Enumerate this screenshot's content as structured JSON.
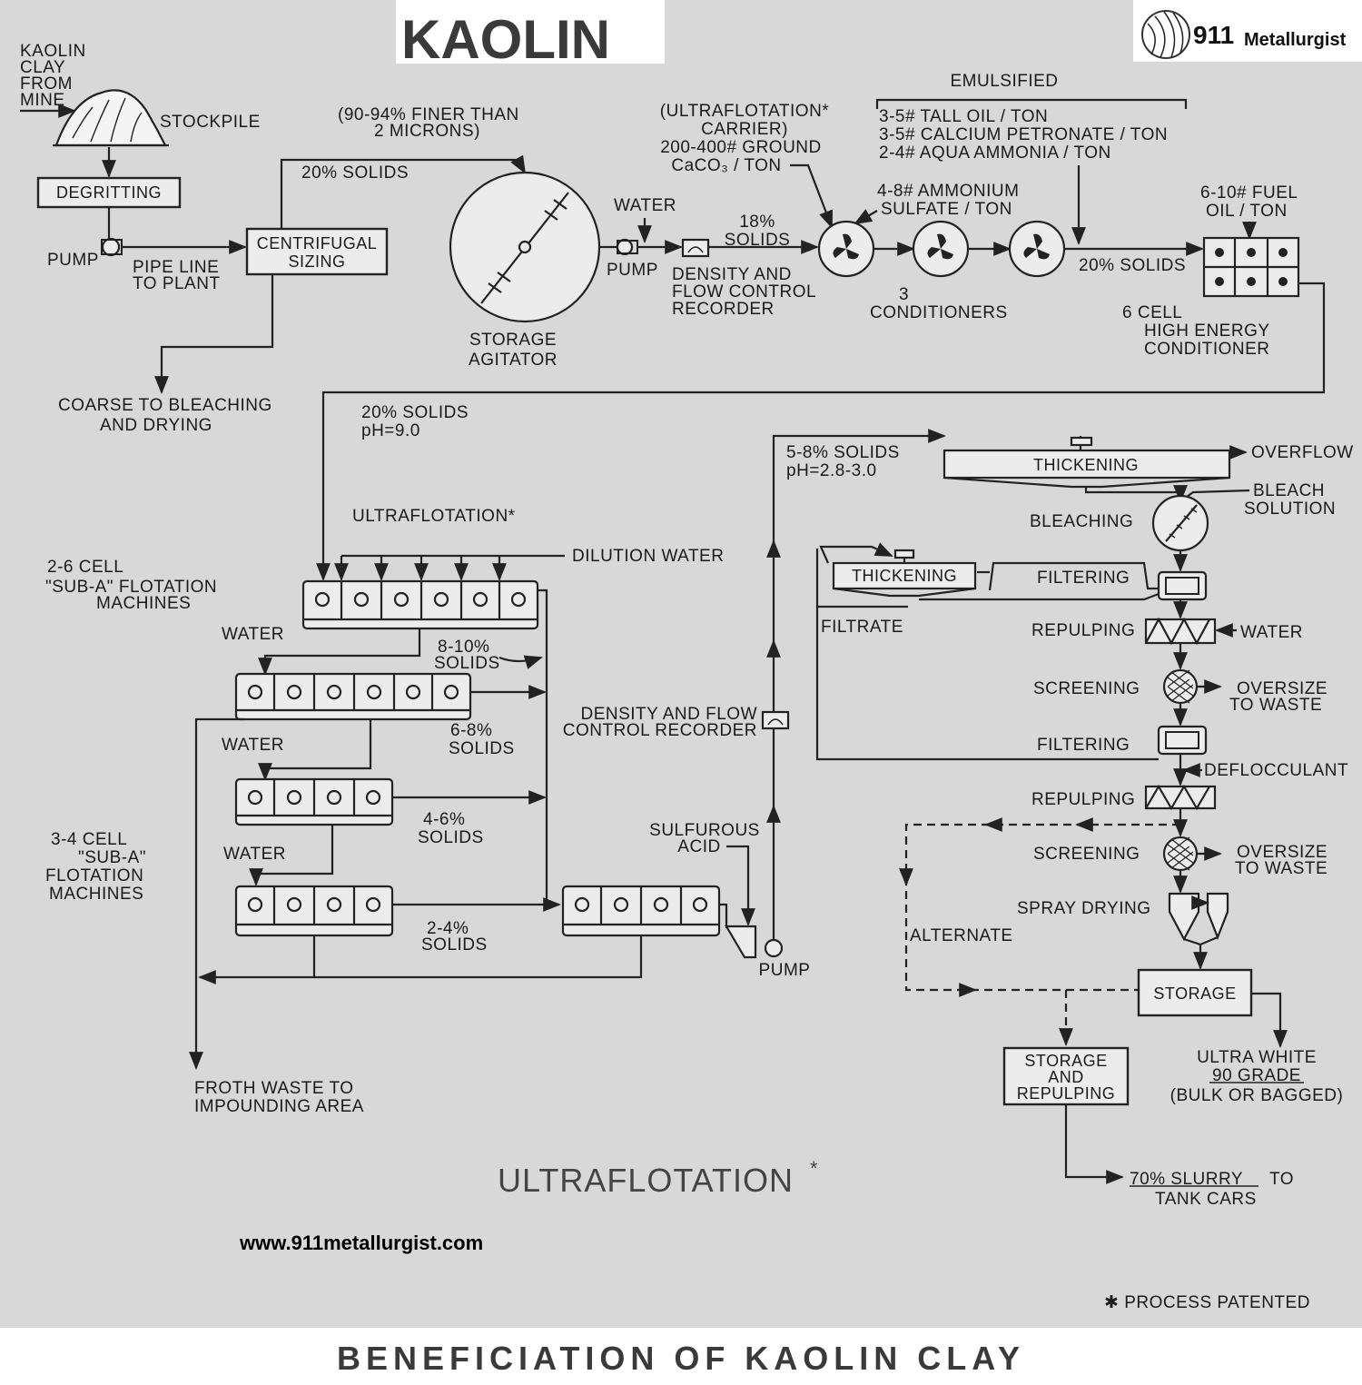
{
  "header": {
    "title": "KAOLIN"
  },
  "logo": {
    "number": "911",
    "name": "Metallurgist"
  },
  "footer": {
    "banner": "BENEFICIATION OF KAOLIN CLAY",
    "ultraflotation": "ULTRAFLOTATION",
    "asterisk": "*",
    "url": "www.911metallurgist.com",
    "patent": "✱ PROCESS PATENTED"
  },
  "top": {
    "feed": [
      "KAOLIN",
      "CLAY",
      "FROM",
      "MINE"
    ],
    "stockpile": "STOCKPILE",
    "degritting": "DEGRITTING",
    "pump": "PUMP",
    "pipe_line": [
      "PIPE LINE",
      "TO PLANT"
    ],
    "centrifugal": [
      "CENTRIFUGAL",
      "SIZING"
    ],
    "coarse": [
      "COARSE TO BLEACHING",
      "AND DRYING"
    ],
    "finer": [
      "(90-94% FINER THAN",
      "2 MICRONS)"
    ],
    "solids_20": "20% SOLIDS",
    "storage_agitator": [
      "STORAGE",
      "AGITATOR"
    ],
    "water": "WATER",
    "pump2": "PUMP",
    "density": [
      "DENSITY AND",
      "FLOW CONTROL",
      "RECORDER"
    ],
    "solids_18": [
      "18%",
      "SOLIDS"
    ],
    "carrier": [
      "(ULTRAFLOTATION*",
      "CARRIER)",
      "200-400# GROUND",
      "CaCO₃ / TON"
    ],
    "ammonium": [
      "4-8# AMMONIUM",
      "SULFATE / TON"
    ],
    "emulsified": "EMULSIFIED",
    "reagents": [
      "3-5# TALL OIL / TON",
      "3-5# CALCIUM PETRONATE / TON",
      "2-4# AQUA AMMONIA / TON"
    ],
    "conditioners": [
      "3",
      "CONDITIONERS"
    ],
    "solids_20b": "20% SOLIDS",
    "fuel_oil": [
      "6-10# FUEL",
      "OIL / TON"
    ],
    "hec": [
      "6 CELL",
      "HIGH ENERGY",
      "CONDITIONER"
    ]
  },
  "flotation": {
    "solids_ph": [
      "20% SOLIDS",
      "pH=9.0"
    ],
    "ultraflotation": "ULTRAFLOTATION*",
    "dilution_water": "DILUTION WATER",
    "subA_2_6": [
      "2-6 CELL",
      "\"SUB-A\" FLOTATION",
      "MACHINES"
    ],
    "water": "WATER",
    "s8_10": [
      "8-10%",
      "SOLIDS"
    ],
    "s6_8": [
      "6-8%",
      "SOLIDS"
    ],
    "s4_6": [
      "4-6%",
      "SOLIDS"
    ],
    "s2_4": [
      "2-4%",
      "SOLIDS"
    ],
    "subA_3_4": [
      "3-4 CELL",
      "\"SUB-A\"",
      "FLOTATION",
      "MACHINES"
    ],
    "froth": [
      "FROTH WASTE TO",
      "IMPOUNDING AREA"
    ],
    "density": [
      "DENSITY AND FLOW",
      "CONTROL RECORDER"
    ],
    "sulfurous": [
      "SULFUROUS",
      "ACID"
    ],
    "pump": "PUMP"
  },
  "finishing": {
    "solids_ph": [
      "5-8% SOLIDS",
      "pH=2.8-3.0"
    ],
    "thickening": "THICKENING",
    "overflow": "OVERFLOW",
    "bleach_solution": [
      "BLEACH",
      "SOLUTION"
    ],
    "bleaching": "BLEACHING",
    "thickening2": "THICKENING",
    "filtering": "FILTERING",
    "filtrate": "FILTRATE",
    "repulping": "REPULPING",
    "water": "WATER",
    "screening": "SCREENING",
    "oversize": [
      "OVERSIZE",
      "TO WASTE"
    ],
    "filtering2": "FILTERING",
    "deflocculant": "DEFLOCCULANT",
    "repulping2": "REPULPING",
    "screening2": "SCREENING",
    "oversize2": [
      "OVERSIZE",
      "TO WASTE"
    ],
    "spray_drying": "SPRAY DRYING",
    "alternate": "ALTERNATE",
    "storage": "STORAGE",
    "storage_repulping": [
      "STORAGE",
      "AND",
      "REPULPING"
    ],
    "ultra_white": [
      "ULTRA WHITE",
      "90 GRADE",
      "(BULK OR BAGGED)"
    ],
    "slurry": [
      "70% SLURRY",
      "TO",
      "TANK CARS"
    ]
  }
}
